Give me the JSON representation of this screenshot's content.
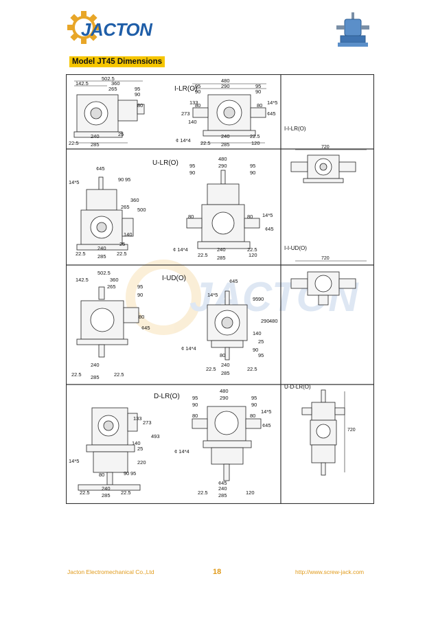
{
  "header": {
    "logo_text": "JACTON",
    "title": "Model JT45 Dimensions"
  },
  "panels": {
    "i_lr": "I-LR(O)",
    "i_i_lr": "I-I-LR(O)",
    "u_lr": "U-LR(O)",
    "i_i_ud": "I-I-UD(O)",
    "i_ud": "I-UD(O)",
    "d_lr": "D-LR(O)",
    "u_d_lr": "U-D-LR(O)"
  },
  "dims": {
    "d502_5": "502.5",
    "d360": "360",
    "d142_5": "142.5",
    "d265": "265",
    "d95": "95",
    "d90": "90",
    "d80": "80",
    "d480": "480",
    "d290": "290",
    "d14x5": "14*5",
    "d45": "¢45",
    "d273": "273",
    "d133": "133",
    "d140": "140",
    "d240": "240",
    "d285": "285",
    "d22_5": "22.5",
    "d25": "25",
    "d120": "120",
    "d14x4": "¢ 14*4",
    "d720": "720",
    "d500": "500",
    "d220": "220",
    "d493": "493"
  },
  "footer": {
    "company": "Jacton Electromechanical Co.,Ltd",
    "page": "18",
    "url": "http://www.screw-jack.com"
  }
}
